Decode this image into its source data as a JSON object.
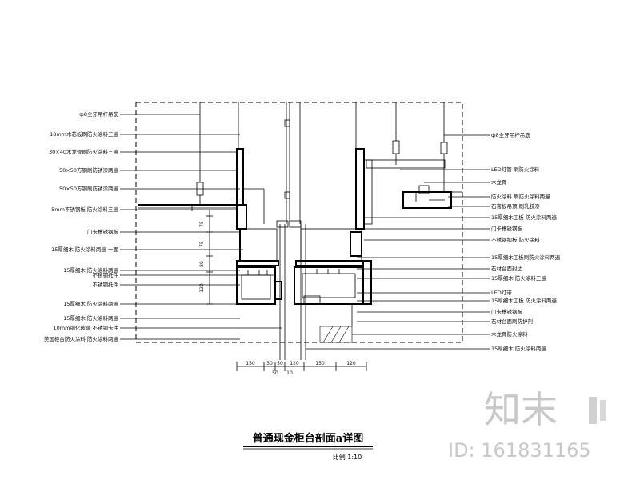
{
  "title": "普通现金柜台剖面a详图",
  "scale_label": "比例 1:10",
  "watermark": {
    "logo_text": "知末",
    "id_text": "ID: 161831165"
  },
  "left_labels": [
    "ф8全牙吊杆吊筋",
    "18mm木芯板刷防火涂料三遍",
    "30×40木龙骨刷防火涂料三遍",
    "50×50方钢刷防锈漆两遍",
    "50×50方钢刷防锈漆两遍",
    "5mm不锈钢板 防火涂料三遍",
    "门卡槽锈钢板",
    "15厚细木 防火涂料两遍 一面",
    "15厚细木 防火涂料两遍",
    "不锈钢托件",
    "不锈钢托件",
    "15厚细木 防火涂料两遍",
    "15厚细木 防火涂料两遍",
    "10mm钢化玻璃 不锈钢卡件",
    "美国柜台防火涂料 防火涂料两遍"
  ],
  "right_labels": [
    "ф8全牙吊杆吊筋",
    "LED灯管 刷防火涂料",
    "木龙骨",
    "防火涂料 刷防火涂料两遍",
    "石膏板吊顶 刷乳胶漆",
    "15厚细木工板 防火涂料两遍",
    "门卡槽锈钢板",
    "不锈钢扣板 防火涂料",
    "15厚细木工板刷防火涂料两遍",
    "石材台面封边",
    "15厚细木 防火涂料三遍",
    "LED灯带",
    "15厚细木工板 防火涂料两遍",
    "门卡槽锈钢板",
    "石材台面刷防护剂",
    "木龙骨防火涂料",
    "15厚细木 防火涂料两遍"
  ],
  "bottom_dims": [
    "150",
    "30",
    "50",
    "120",
    "150",
    "120"
  ],
  "bottom_subdims": [
    "50",
    "10"
  ],
  "left_dims": [
    "75",
    "75",
    "80",
    "120"
  ]
}
